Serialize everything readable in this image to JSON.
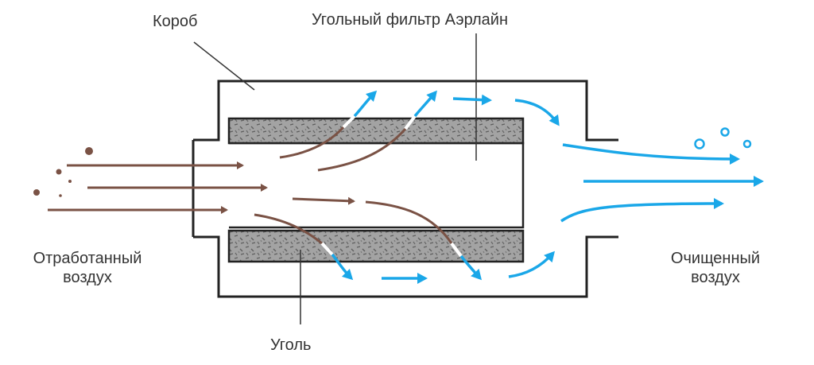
{
  "labels": {
    "duct": "Короб",
    "filter": "Угольный фильтр Аэрлайн",
    "exhaust_line1": "Отработанный",
    "exhaust_line2": "воздух",
    "clean_line1": "Очищенный",
    "clean_line2": "воздух",
    "coal": "Уголь"
  },
  "colors": {
    "outline": "#222222",
    "dirty_air": "#7a5245",
    "clean_air": "#1aa7e8",
    "coal_fill": "#9a9a9a",
    "coal_grain": "#5e5e5e",
    "text": "#333333"
  }
}
